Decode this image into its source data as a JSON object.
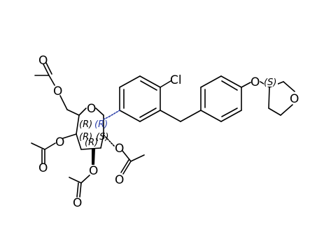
{
  "diagram": {
    "atoms": {
      "cl": "Cl",
      "o_ether": "O",
      "o_thf": "O",
      "o_ring": "O",
      "o_c6": "O",
      "o_c6_carbonyl": "O",
      "o_c4": "O",
      "o_c4_carbonyl": "O",
      "o_c3": "O",
      "o_c3_carbonyl": "O",
      "o_c2": "O",
      "o_c2_carbonyl": "O"
    },
    "stereo_labels": {
      "thf_c3": "(S)",
      "c5": "(R)",
      "c1": "(R)",
      "c4": "(R)",
      "c3": "(R)",
      "c2": "(S)"
    },
    "colors": {
      "bond": "#000000",
      "highlight": "#2b3fa8",
      "background": "#ffffff"
    }
  }
}
